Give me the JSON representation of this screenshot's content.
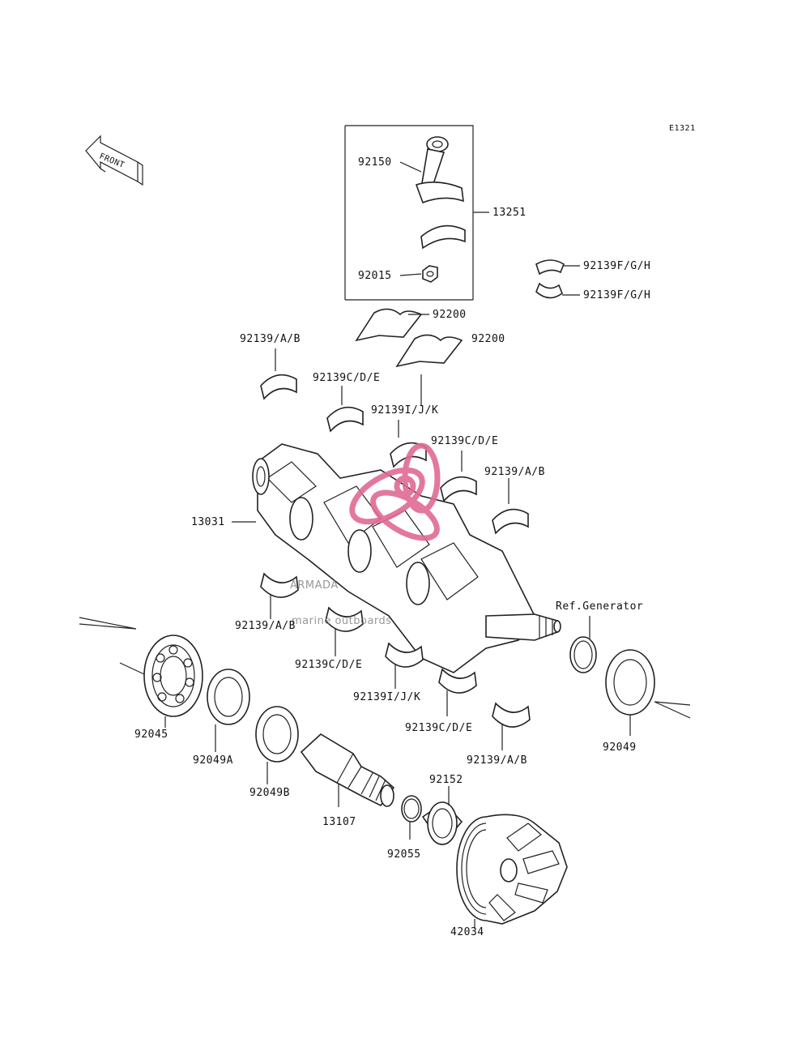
{
  "diagram_code": "E1321",
  "front_label": "FRONT",
  "watermark": {
    "brand": "ARMADA",
    "tagline": "marine outboards",
    "accent_color": "#e06a95"
  },
  "labels": {
    "p92150": "92150",
    "p13251": "13251",
    "p92015": "92015",
    "p92139fgh_1": "92139F/G/H",
    "p92139fgh_2": "92139F/G/H",
    "p92200_1": "92200",
    "p92200_2": "92200",
    "p92139ab_1": "92139/A/B",
    "p92139cde_1": "92139C/D/E",
    "p92139ijk_1": "92139I/J/K",
    "p92139cde_2": "92139C/D/E",
    "p92139ab_2": "92139/A/B",
    "p13031": "13031",
    "ref_generator": "Ref.Generator",
    "p92139ab_3": "92139/A/B",
    "p92139cde_3": "92139C/D/E",
    "p92139ijk_2": "92139I/J/K",
    "p92139cde_4": "92139C/D/E",
    "p92139ab_4": "92139/A/B",
    "p92045": "92045",
    "p92049a": "92049A",
    "p92049b": "92049B",
    "p92049": "92049",
    "p13107": "13107",
    "p92152": "92152",
    "p92055": "92055",
    "p42034": "42034"
  }
}
